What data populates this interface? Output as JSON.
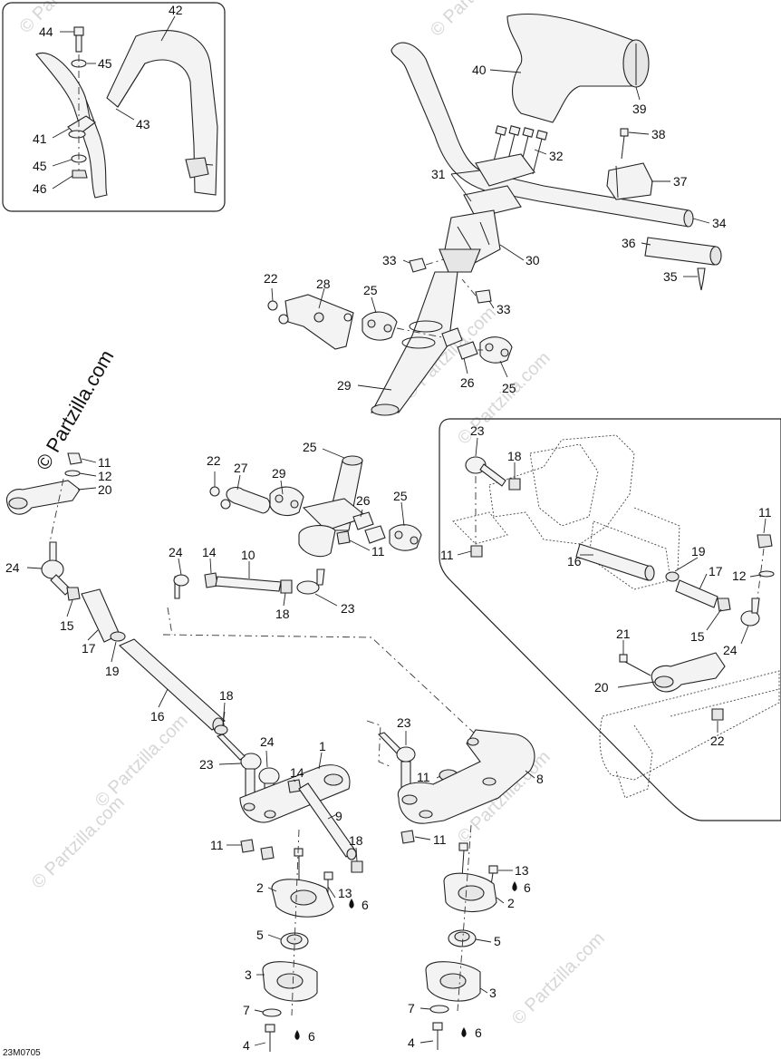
{
  "diagram_code": "23M0705",
  "watermark": "© Partzilla.com",
  "callouts": {
    "inset_top_left": [
      "44",
      "45",
      "42",
      "41",
      "45",
      "46",
      "43"
    ],
    "main_handlebar": [
      "40",
      "39",
      "38",
      "32",
      "31",
      "37",
      "34",
      "36",
      "35",
      "33",
      "30",
      "33",
      "22",
      "28",
      "25",
      "26",
      "25",
      "29"
    ],
    "middle": [
      "11",
      "12",
      "20",
      "24",
      "15",
      "17",
      "19",
      "16",
      "22",
      "27",
      "25",
      "29",
      "26",
      "25",
      "11",
      "24",
      "14",
      "10",
      "18",
      "23"
    ],
    "inset_right": [
      "23",
      "18",
      "11",
      "16",
      "11",
      "19",
      "17",
      "12",
      "15",
      "24",
      "21",
      "20",
      "22"
    ],
    "lower": [
      "18",
      "24",
      "23",
      "1",
      "14",
      "9",
      "11",
      "18",
      "13",
      "6",
      "2",
      "5",
      "3",
      "7",
      "4",
      "6",
      "23",
      "11",
      "8",
      "11",
      "13",
      "6",
      "2",
      "5",
      "3",
      "7",
      "4",
      "6"
    ]
  }
}
